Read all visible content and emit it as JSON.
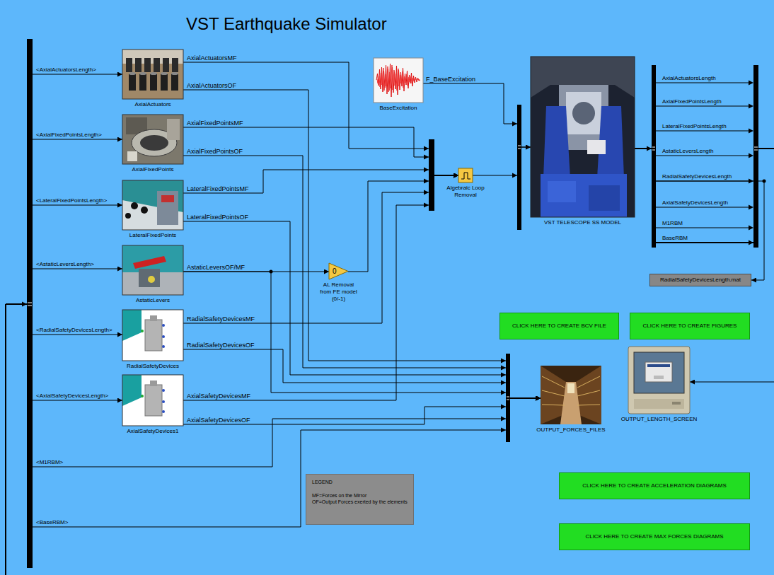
{
  "diagram": {
    "title": "VST Earthquake Simulator",
    "nodes": [
      {
        "text": [
          "AxialActuators"
        ]
      },
      {
        "text": [
          "AxialFixedPoints"
        ]
      },
      {
        "text": [
          "LateralFixedPoints"
        ]
      },
      {
        "text": [
          "AstaticLevers"
        ]
      },
      {
        "text": [
          "RadialSafetyDevices"
        ]
      },
      {
        "text": [
          "AxialSafetyDevices1"
        ]
      },
      {
        "text": [
          "BaseExcitation"
        ]
      },
      {
        "text": [
          "Algebraic Loop Removal"
        ]
      },
      {
        "text": [
          "0",
          "AL Removal from FE model (0/-1)"
        ]
      },
      {
        "text": [
          "VST TELESCOPE SS MODEL"
        ]
      },
      {
        "text": [
          "RadialSafetyDevicesLength.mat"
        ]
      },
      {
        "text": [
          "CLICK HERE TO CREATE BCV FILE"
        ]
      },
      {
        "text": [
          "CLICK HERE TO CREATE FIGURES"
        ]
      },
      {
        "text": [
          "OUTPUT_FORCES_FILES"
        ]
      },
      {
        "text": [
          "OUTPUT_LENGTH_SCREEN"
        ]
      },
      {
        "text": [
          "LEGEND",
          "MF=Forces on the Mirror",
          "OF=Output Forces exerted by the elements"
        ]
      },
      {
        "text": [
          "CLICK HERE TO CREATE ACCELERATION DIAGRAMS"
        ]
      },
      {
        "text": [
          "CLICK HERE TO CREATE MAX FORCES DIAGRAMS"
        ]
      }
    ],
    "edges": [
      {
        "from": 0,
        "to": 7,
        "arrow": "to",
        "label": "AxialActuatorsMF"
      },
      {
        "from": 1,
        "to": 7,
        "arrow": "to",
        "label": "AxialFixedPointsMF"
      },
      {
        "from": 2,
        "to": 7,
        "arrow": "to",
        "label": "LateralFixedPointsMF"
      },
      {
        "from": 3,
        "to": 8,
        "arrow": "to",
        "label": "AstaticLeversOF/MF"
      },
      {
        "from": 8,
        "to": 7,
        "arrow": "to"
      },
      {
        "from": 4,
        "to": 7,
        "arrow": "to",
        "label": "RadialSafetyDevicesMF"
      },
      {
        "from": 5,
        "to": 7,
        "arrow": "to",
        "label": "AxialSafetyDevicesMF"
      },
      {
        "from": 6,
        "to": 9,
        "arrow": "to",
        "label": "F_BaseExcitation"
      },
      {
        "from": 7,
        "to": 9,
        "arrow": "to"
      },
      {
        "from": 0,
        "to": 13,
        "arrow": "to",
        "label": "AxialActuatorsOF"
      },
      {
        "from": 1,
        "to": 13,
        "arrow": "to",
        "label": "AxialFixedPointsOF"
      },
      {
        "from": 2,
        "to": 13,
        "arrow": "to",
        "label": "LateralFixedPointsOF"
      },
      {
        "from": 3,
        "to": 13,
        "arrow": "to"
      },
      {
        "from": 4,
        "to": 13,
        "arrow": "to",
        "label": "RadialSafetyDevicesOF"
      },
      {
        "from": 5,
        "to": 13,
        "arrow": "to",
        "label": "AxialSafetyDevicesOF"
      },
      {
        "from": 9,
        "to": 0,
        "arrow": "to",
        "label": "<AxialActuatorsLength>"
      },
      {
        "from": 9,
        "to": 1,
        "arrow": "to",
        "label": "<AxialFixedPointsLength>"
      },
      {
        "from": 9,
        "to": 2,
        "arrow": "to",
        "label": "<LateralFixedPointsLength>"
      },
      {
        "from": 9,
        "to": 3,
        "arrow": "to",
        "label": "<AstaticLeversLength>"
      },
      {
        "from": 9,
        "to": 4,
        "arrow": "to",
        "label": "<RadialSafetyDevicesLength>"
      },
      {
        "from": 9,
        "to": 5,
        "arrow": "to",
        "label": "<AxialSafetyDevicesLength>"
      },
      {
        "from": 9,
        "to": 13,
        "arrow": "to",
        "label": "<M1RBM>"
      },
      {
        "from": 9,
        "to": 13,
        "arrow": "to",
        "label": "<BaseRBM>"
      },
      {
        "from": 9,
        "to": 10,
        "arrow": "to"
      },
      {
        "from": 9,
        "to": 14,
        "arrow": "to"
      }
    ],
    "labels": [
      "AxialActuatorsLength",
      "AxialFixedPointsLength",
      "LateralFixedPointsLength",
      "AstaticLeversLength",
      "RadialSafetyDevicesLength",
      "AxialSafetyDevicesLength",
      "M1RBM",
      "BaseRBM"
    ]
  }
}
